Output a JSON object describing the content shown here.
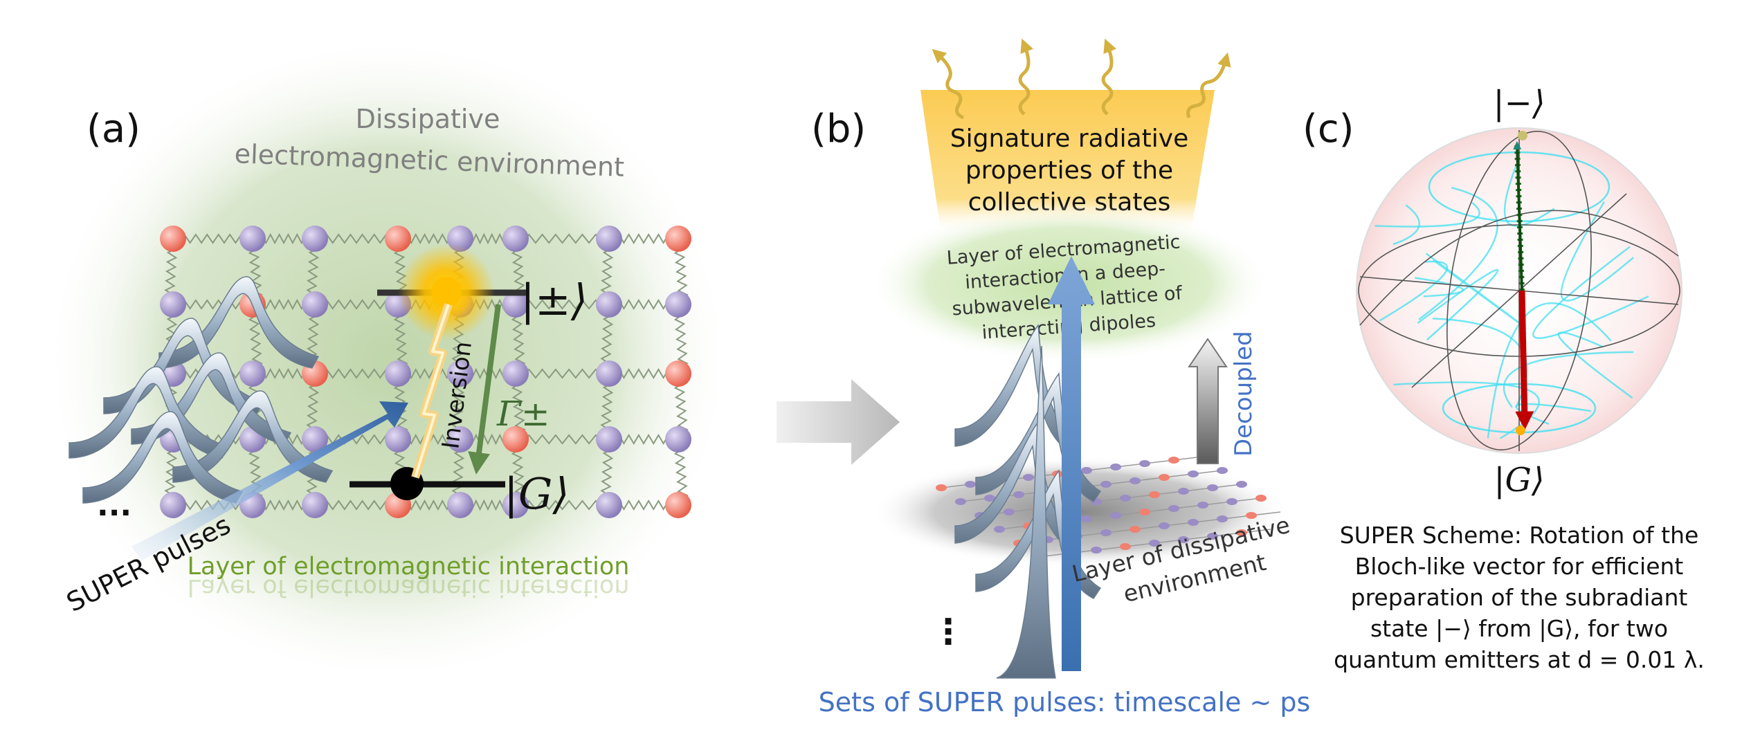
{
  "panel_a": {
    "label": "(a)",
    "environment_line1": "Dissipative",
    "environment_line2": "electromagnetic environment",
    "excited_state": "|±⟩",
    "ground_state": "|G⟩",
    "inversion": "Inversion",
    "decay_rate": "Γ±",
    "pulses_label": "SUPER pulses",
    "ellipsis": "...",
    "layer_label": "Layer of electromagnetic interaction"
  },
  "panel_b": {
    "label": "(b)",
    "radiative_line1": "Signature radiative",
    "radiative_line2": "properties of the",
    "radiative_line3": "collective states",
    "em_layer_line1": "Layer of electromagnetic",
    "em_layer_line2": "interaction in a deep-",
    "em_layer_line3": "subwavelength lattice of",
    "em_layer_line4": "interacting dipoles",
    "decoupled": "Decoupled",
    "dissipative_line1": "Layer of dissipative",
    "dissipative_line2": "environment",
    "ellipsis": "⋮",
    "pulses_caption": "Sets of SUPER pulses: timescale ~ ps"
  },
  "panel_c": {
    "label": "(c)",
    "top_state": "|−⟩",
    "bottom_state": "|G⟩",
    "caption_line1": "SUPER Scheme: Rotation of the",
    "caption_line2": "Bloch-like vector for efficient",
    "caption_line3": "preparation of the subradiant",
    "caption_line4": "state |−⟩ from |G⟩, for two",
    "caption_line5": "quantum emitters at d = 0.01 λ."
  },
  "colors": {
    "blue_text": "#4472c4",
    "green_glow": "#c9dcb8",
    "yellow_glow": "#f9c440",
    "cyan_trajectory": "#40e0f0",
    "red_arrow": "#c00000",
    "green_arrow": "#1a6b1a",
    "lattice_red": "#f08070",
    "lattice_purple": "#9a8cc4"
  }
}
